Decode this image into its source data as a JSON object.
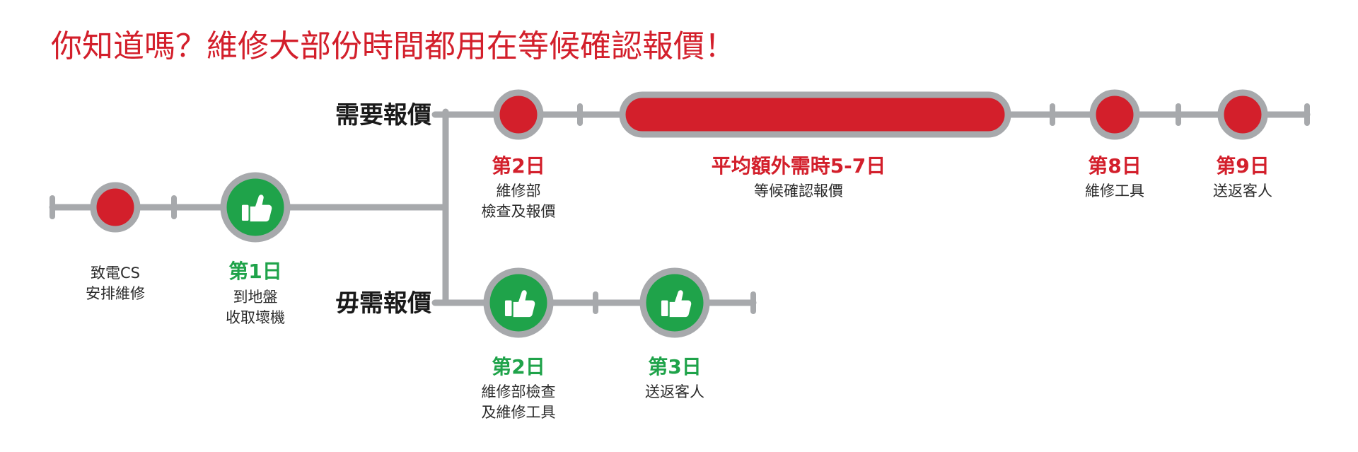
{
  "title": "你知道嗎？維修大部份時間都用在等候確認報價！",
  "colors": {
    "accent_red": "#d31f2b",
    "accent_green": "#1fa34a",
    "track_gray": "#a7a9ac",
    "text_dark": "#1a1a1a"
  },
  "branches": {
    "quote_needed": "需要報價",
    "no_quote": "毋需報價"
  },
  "steps": {
    "call": {
      "icon": "red-dot",
      "line1": "致電CS",
      "line2": "安排維修"
    },
    "day1": {
      "icon": "thumbs-up-icon",
      "day": "第1日",
      "line1": "到地盤",
      "line2": "收取壞機"
    },
    "quote_day2": {
      "icon": "red-dot",
      "day": "第2日",
      "line1": "維修部",
      "line2": "檢查及報價"
    },
    "quote_wait": {
      "icon": "red-bar",
      "day": "平均額外需時5-7日",
      "line1": "等候確認報價"
    },
    "quote_day8": {
      "icon": "red-dot",
      "day": "第8日",
      "line1": "維修工具"
    },
    "quote_day9": {
      "icon": "red-dot",
      "day": "第9日",
      "line1": "送返客人"
    },
    "noquote_day2": {
      "icon": "thumbs-up-icon",
      "day": "第2日",
      "line1": "維修部檢查",
      "line2": "及維修工具"
    },
    "noquote_day3": {
      "icon": "thumbs-up-icon",
      "day": "第3日",
      "line1": "送返客人"
    }
  }
}
